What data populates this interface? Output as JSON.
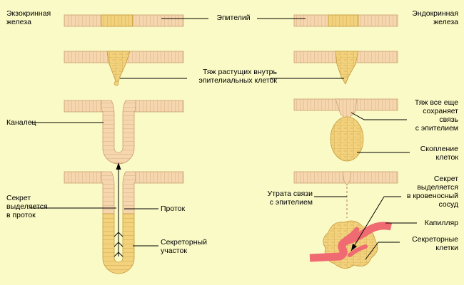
{
  "colors": {
    "background": "#fafac6",
    "epithelium_fill": "#f6d6ae",
    "epithelium_line": "#c9a070",
    "cluster_fill": "#f3d27e",
    "cluster_line": "#c49a3a",
    "capillary": "#f06a72",
    "leader_line": "#000000"
  },
  "labels": {
    "exocrine": [
      "Экзокринная",
      "железа"
    ],
    "endocrine": [
      "Эндокринная",
      "железа"
    ],
    "epithelium": "Эпителий",
    "cord_inward": [
      "Тяж растущих внутрь",
      "эпителиальных клеток"
    ],
    "canal": "Каналец",
    "cord_still": [
      "Тяж все еще",
      "сохраняет",
      "связь",
      "с эпителием"
    ],
    "cluster": [
      "Скопление",
      "клеток"
    ],
    "secretion_duct": [
      "Секрет",
      "выделяется",
      "в проток"
    ],
    "duct": "Проток",
    "secretory_part": [
      "Секреторный",
      "участок"
    ],
    "lost_connection": [
      "Утрата связи",
      "с эпителием"
    ],
    "secretion_blood": [
      "Секрет",
      "выделяется",
      "в кровеносный",
      "сосуд"
    ],
    "capillary": "Капилляр",
    "secretory_cells": [
      "Секреторные",
      "клетки"
    ]
  }
}
